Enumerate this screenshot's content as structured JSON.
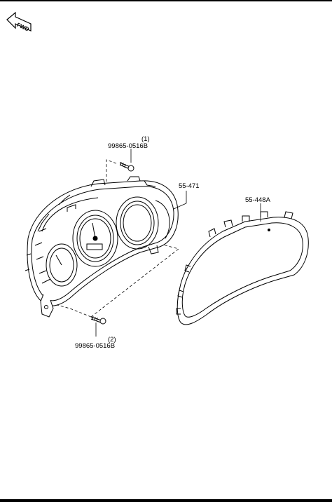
{
  "fwd_label": "FWD",
  "callouts": {
    "screw_upper_index": "(1)",
    "screw_upper_part": "99865-0516B",
    "screw_lower_index": "(2)",
    "screw_lower_part": "99865-0516B",
    "cluster_part": "55-471",
    "cover_part": "55-448A"
  }
}
